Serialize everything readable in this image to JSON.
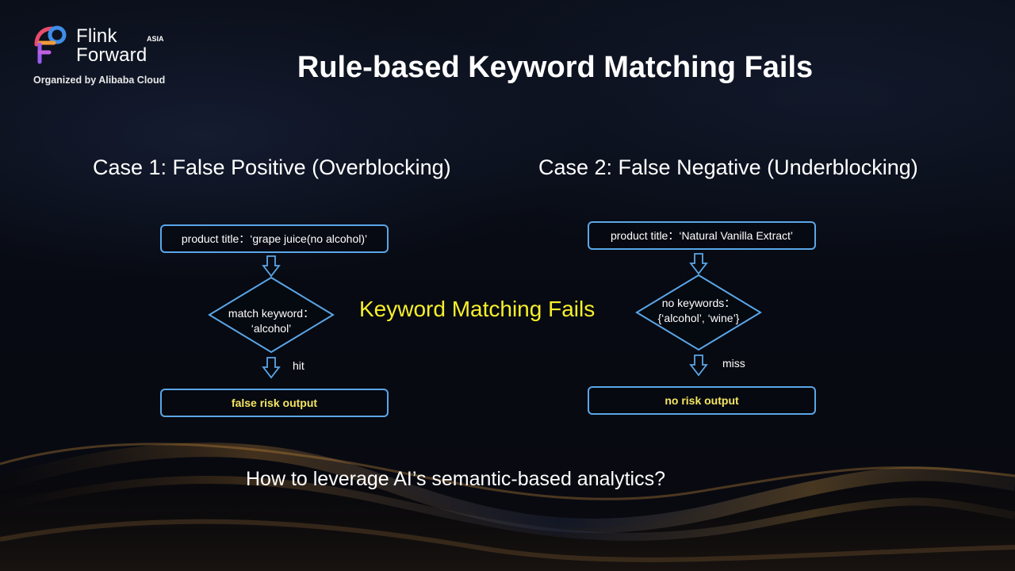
{
  "logo": {
    "line1": "Flink",
    "line2": "Forward",
    "badge": "ASIA",
    "organizer": "Organized by Alibaba Cloud"
  },
  "title": "Rule-based Keyword Matching Fails",
  "case1": {
    "heading": "Case 1: False Positive (Overblocking)",
    "input": "product title：‘grape juice(no alcohol)’",
    "decision_line1": "match keyword：",
    "decision_line2": "‘alcohol’",
    "edge": "hit",
    "output": "false risk output"
  },
  "case2": {
    "heading": "Case 2: False Negative (Underblocking)",
    "input": "product title：‘Natural Vanilla Extract’",
    "decision_line1": "no keywords：",
    "decision_line2": "{‘alcohol’, ‘wine’}",
    "edge": "miss",
    "output": "no risk output"
  },
  "center_label": "Keyword Matching Fails",
  "question": "How to leverage AI’s semantic-based analytics?",
  "colors": {
    "box_border": "#5aa6e8",
    "highlight": "#f7ef2a",
    "background": "#05070d"
  }
}
